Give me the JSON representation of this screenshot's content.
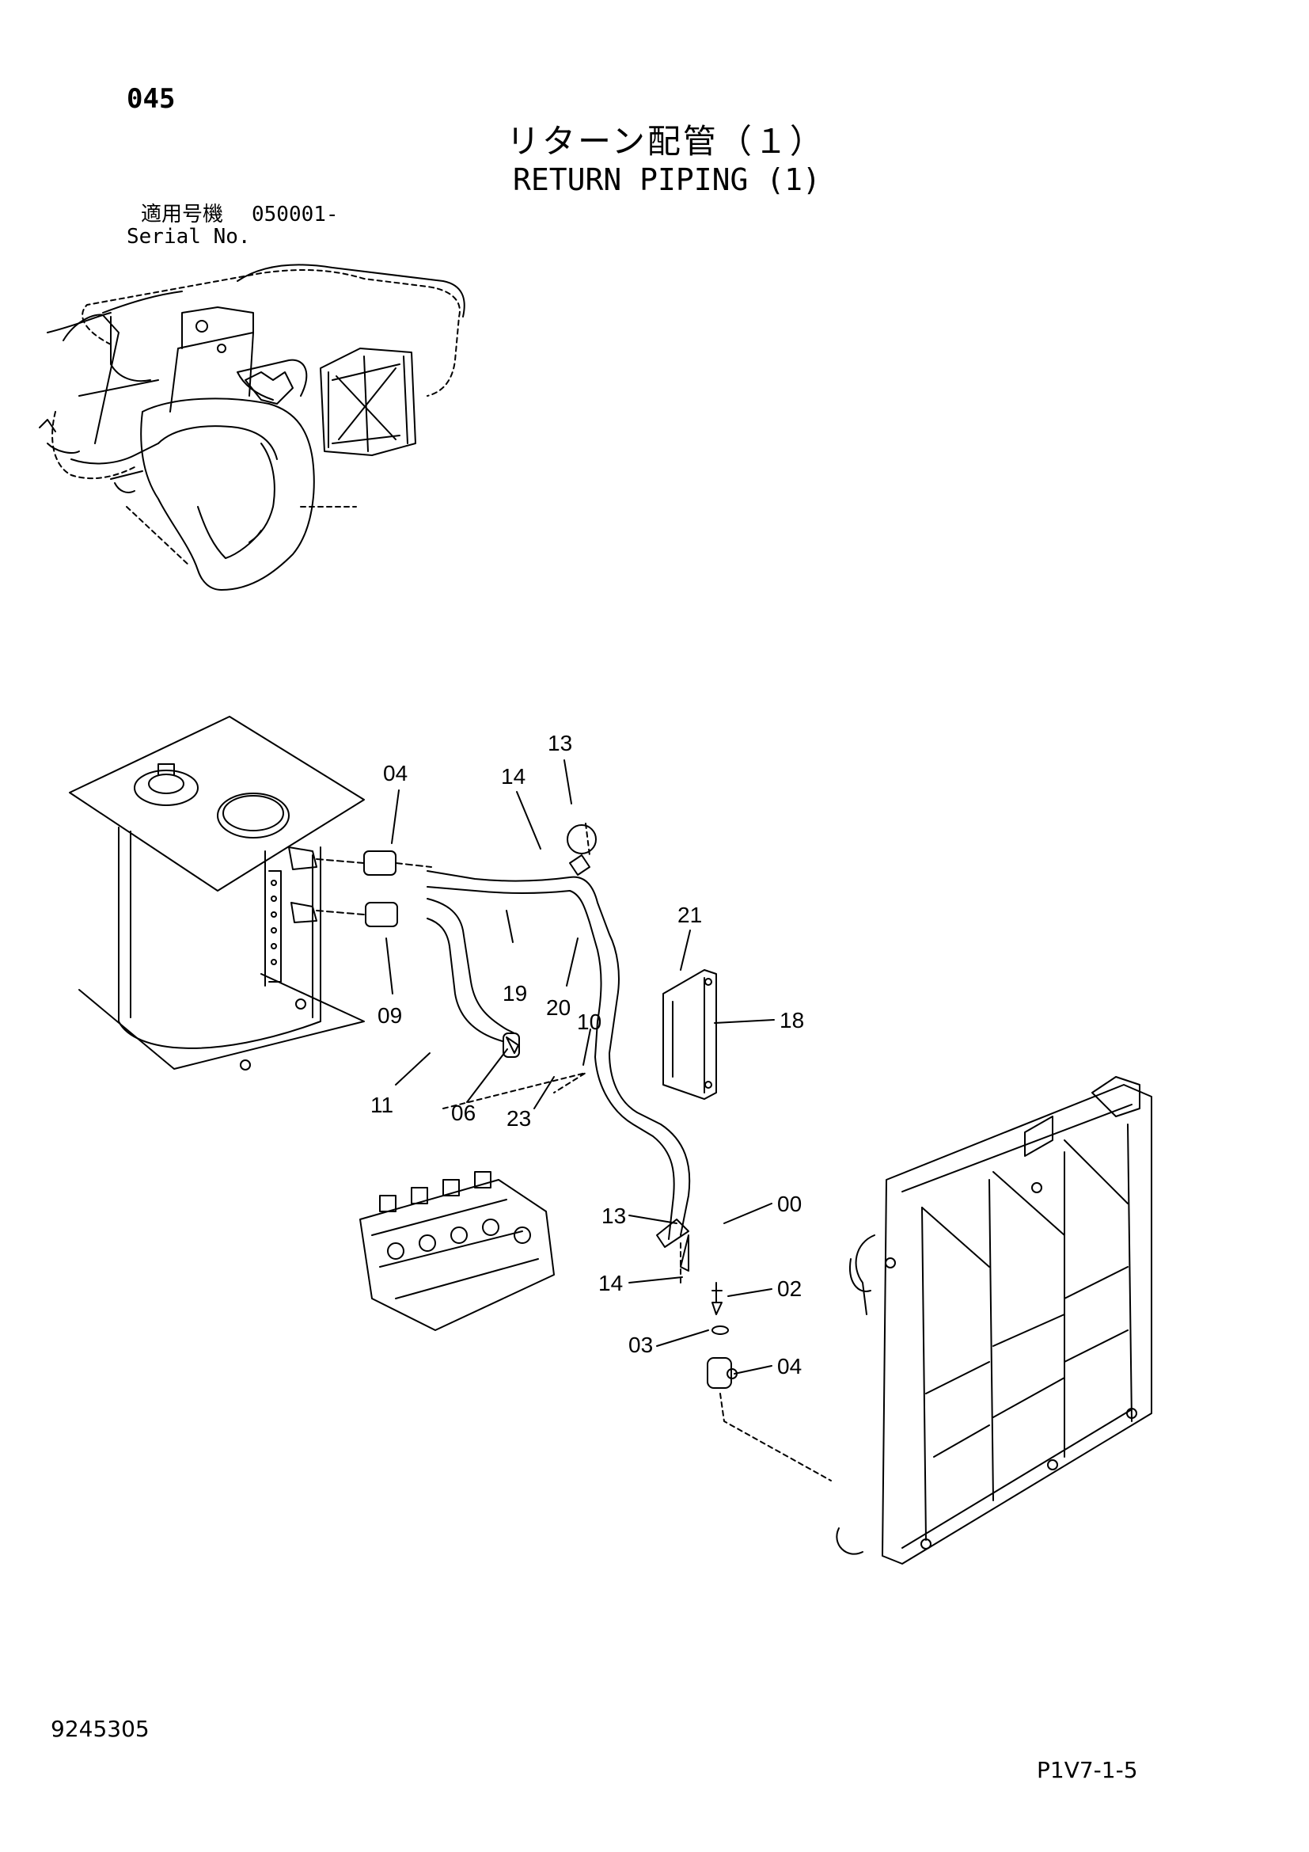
{
  "header": {
    "page_number": "045",
    "title_jp": "リターン配管（１）",
    "title_en": "RETURN PIPING (1)",
    "serial_label_jp": "適用号機",
    "serial_value": "050001-",
    "serial_label_en": "Serial No."
  },
  "footer": {
    "doc_number": "9245305",
    "page_code": "P1V7-1-5"
  },
  "callouts": {
    "c13a": "13",
    "c04a": "04",
    "c14a": "14",
    "c21": "21",
    "c19": "19",
    "c20": "20",
    "c09": "09",
    "c10": "10",
    "c18": "18",
    "c11": "11",
    "c06": "06",
    "c23": "23",
    "c13b": "13",
    "c00": "00",
    "c14b": "14",
    "c02": "02",
    "c03": "03",
    "c04b": "04"
  }
}
